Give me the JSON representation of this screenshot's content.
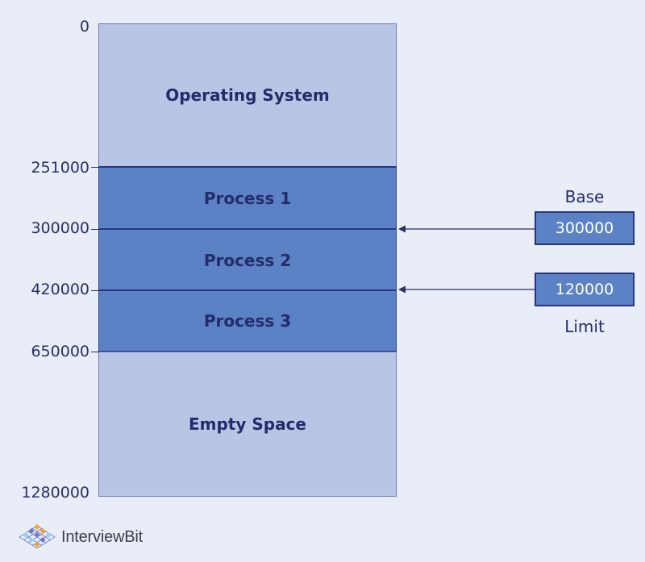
{
  "memory": {
    "blocks": [
      {
        "label": "Operating System"
      },
      {
        "label": "Process 1"
      },
      {
        "label": "Process 2"
      },
      {
        "label": "Process 3"
      },
      {
        "label": "Empty Space"
      }
    ],
    "addresses": [
      "0",
      "251000",
      "300000",
      "420000",
      "650000",
      "1280000"
    ]
  },
  "registers": {
    "base": {
      "label": "Base",
      "value": "300000"
    },
    "limit": {
      "label": "Limit",
      "value": "120000"
    }
  },
  "brand": {
    "name": "InterviewBit",
    "logo_icon": "interviewbit-logo-icon"
  },
  "colors": {
    "background": "#e8edf7",
    "free_block": "#b8c5e5",
    "process_block": "#5b82c4",
    "text": "#252b6a"
  }
}
